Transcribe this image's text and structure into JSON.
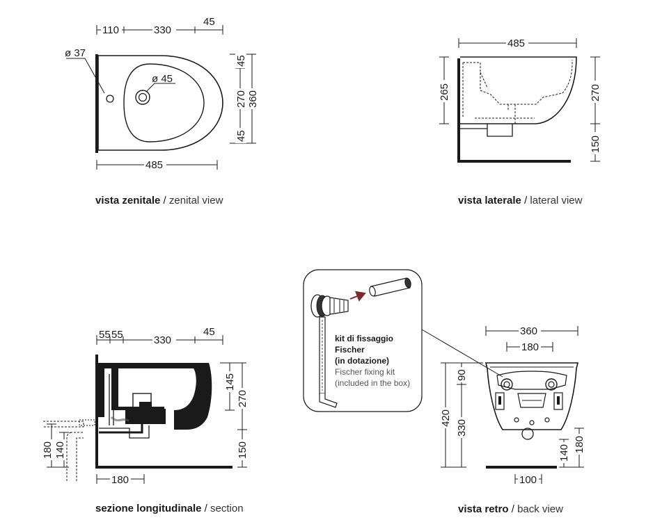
{
  "zenital": {
    "dims": {
      "top_left": "110",
      "top_mid": "330",
      "top_right": "45",
      "hole_small": "ø 37",
      "hole_main": "ø 45",
      "right_top": "45",
      "right_mid": "270",
      "right_total": "360",
      "right_bottom": "45",
      "bottom": "485"
    },
    "caption_it": "vista zenitale",
    "caption_en": "zenital view"
  },
  "lateral": {
    "dims": {
      "top": "485",
      "left": "265",
      "right_top": "270",
      "right_bottom": "150"
    },
    "caption_it": "vista laterale",
    "caption_en": "lateral view"
  },
  "section": {
    "dims": {
      "top_a": "55",
      "top_b": "55",
      "top_mid": "330",
      "top_right": "45",
      "right_small": "145",
      "right_mid": "270",
      "right_bottom": "150",
      "left_outer": "180",
      "left_inner": "140",
      "bottom": "180"
    },
    "caption_it": "sezione longitudinale",
    "caption_en": "section"
  },
  "kit": {
    "line1_it": "kit di fissaggio",
    "line2_it": "Fischer",
    "line3_it": "(in dotazione)",
    "line1_en": "Fischer fixing kit",
    "line2_en": "(included in the box)"
  },
  "back": {
    "dims": {
      "top_outer": "360",
      "top_inner": "180",
      "left_small": "90",
      "left_outer": "420",
      "left_mid": "330",
      "right_inner": "140",
      "right_outer": "180",
      "bottom": "100"
    },
    "caption_it": "vista retro",
    "caption_en": "back view"
  },
  "colors": {
    "ink": "#1a1a1a",
    "thin_line": "#555555",
    "bg": "#ffffff"
  }
}
